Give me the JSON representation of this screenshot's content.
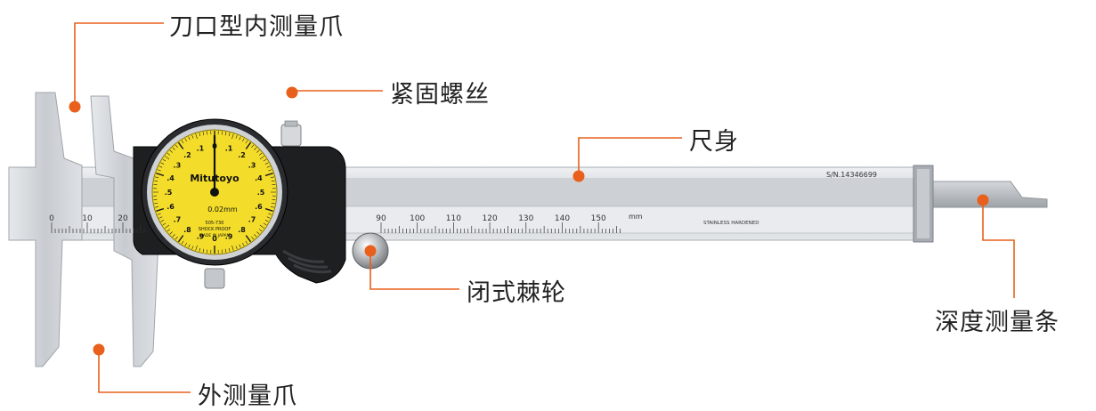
{
  "labels": {
    "inner_jaw": "刀口型内测量爪",
    "lock_screw": "紧固螺丝",
    "beam": "尺身",
    "thumb_roller": "闭式棘轮",
    "depth_rod": "深度测量条",
    "outer_jaw": "外测量爪"
  },
  "scale": {
    "left_numbers": [
      "0",
      "10",
      "20"
    ],
    "right_numbers": [
      "90",
      "100",
      "110",
      "120",
      "130",
      "140",
      "150"
    ],
    "unit": "mm",
    "serial": "S/N.14346699",
    "material": "STAINLESS HARDENED"
  },
  "dial": {
    "brand": "Mitutoyo",
    "resolution": "0.02mm",
    "numbers": [
      "0",
      ".1",
      ".2",
      ".3",
      ".4",
      ".5",
      ".6",
      ".7",
      ".8",
      ".9"
    ],
    "model": "505-730",
    "shock": "SHOCK PROOF",
    "origin": "MADE IN JAPAN"
  },
  "colors": {
    "callout": "#e8601c",
    "line": "#e8601c",
    "dial_face": "#f4dd2a",
    "body": "#d9dcdf"
  }
}
